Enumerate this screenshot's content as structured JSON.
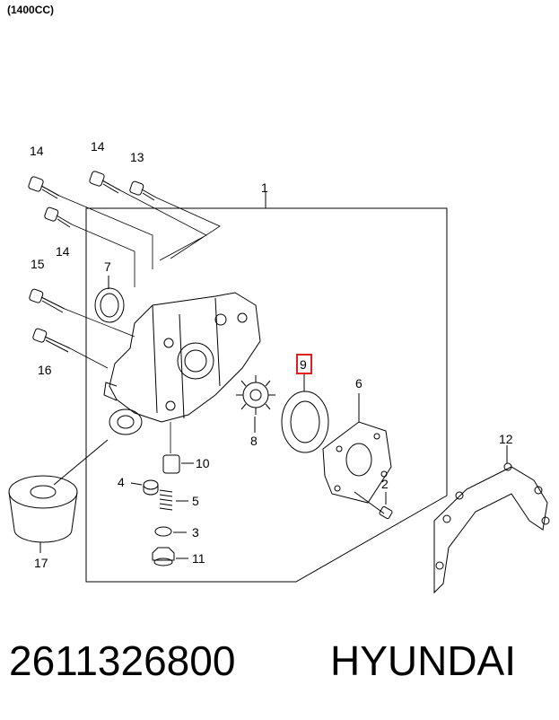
{
  "header": {
    "variant": "(1400CC)"
  },
  "callouts": {
    "c1": "1",
    "c2": "2",
    "c3": "3",
    "c4": "4",
    "c5": "5",
    "c6": "6",
    "c7": "7",
    "c8": "8",
    "c9": "9",
    "c10": "10",
    "c11": "11",
    "c12": "12",
    "c13": "13",
    "c14a": "14",
    "c14b": "14",
    "c14c": "14",
    "c15": "15",
    "c16": "16",
    "c17": "17"
  },
  "highlight": {
    "callout": "9",
    "color": "#e02020"
  },
  "caption": {
    "part_number": "2611326800",
    "brand": "HYUNDAI"
  }
}
